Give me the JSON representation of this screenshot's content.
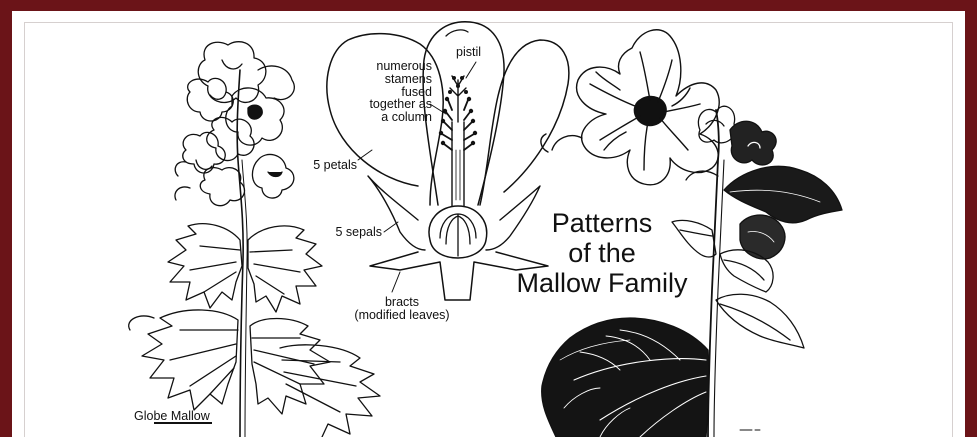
{
  "title": {
    "line1": "Patterns",
    "line2": "of the",
    "line3": "Mallow Family"
  },
  "labels": {
    "pistil": "pistil",
    "stamens": {
      "line1": "numerous",
      "line2": "stamens",
      "line3": "fused",
      "line4": "together as",
      "line5": "a column"
    },
    "petals": "5 petals",
    "sepals": "5 sepals",
    "bracts": {
      "line1": "bracts",
      "line2": "(modified leaves)"
    },
    "globe_mallow": "Globe Mallow"
  },
  "colors": {
    "frame": "#6b1418",
    "ink": "#111111",
    "paper": "#ffffff"
  }
}
